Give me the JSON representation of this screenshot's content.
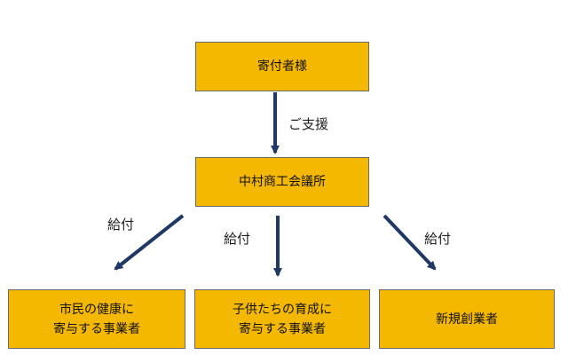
{
  "nodes": {
    "donor": "寄付者様",
    "chamber": "中村商工会議所",
    "health": "市民の健康に\n寄与する事業者",
    "children": "子供たちの育成に\n寄与する事業者",
    "startup": "新規創業者"
  },
  "edges": {
    "support": "ご支援",
    "grant_left": "給付",
    "grant_center": "給付",
    "grant_right": "給付"
  },
  "colors": {
    "box_fill": "#f5b800",
    "box_border": "#6a6a6a",
    "arrow": "#1f3864"
  }
}
